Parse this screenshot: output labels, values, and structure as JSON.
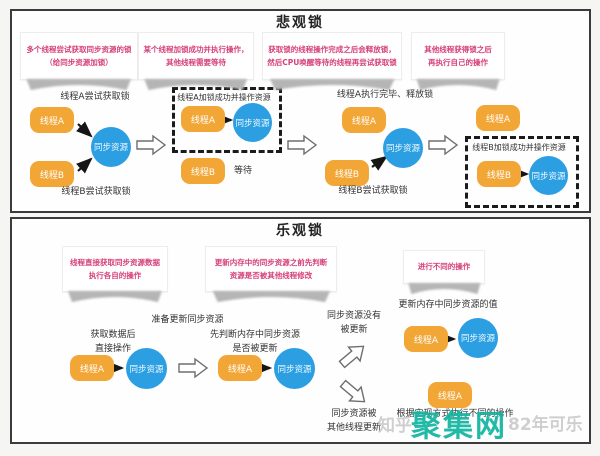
{
  "colors": {
    "thread_box": "#F2A636",
    "resource_circle": "#2C9FE3",
    "callout_text": "#D5417A",
    "panel_border": "#3B3B3B",
    "watermark_brand": "#10B5A0",
    "watermark_gray": "#CFCFCF"
  },
  "pessimistic": {
    "title": "悲观锁",
    "callout1": "多个线程尝试获取同步资源的锁\n（给同步资源加锁）",
    "callout2": "某个线程加锁成功并执行操作，\n其他线程需要等待",
    "callout3": "获取锁的线程操作完成之后会释放锁，\n然后CPU唤醒等待的线程再尝试获取锁",
    "callout4": "其他线程获得锁之后\n再执行自己的操作",
    "thread_a": "线程A",
    "thread_b": "线程B",
    "resource": "同步资源",
    "s1_top_label": "线程A尝试获取锁",
    "s1_bottom_label": "线程B尝试获取锁",
    "s2_box_label": "线程A加锁成功并操作资源",
    "s2_wait": "等待",
    "s3_top_label": "线程A执行完毕、释放锁",
    "s3_bottom_label": "线程B尝试获取锁",
    "s4_box_label": "线程B加锁成功并操作资源"
  },
  "optimistic": {
    "title": "乐观锁",
    "callout1": "线程直接获取同步资源数据\n执行各自的操作",
    "callout2": "更新内存中的同步资源之前先判断\n资源是否被其他线程修改",
    "callout3": "进行不同的操作",
    "thread_a": "线程A",
    "resource": "同步资源",
    "prep_label": "准备更新同步资源",
    "s1_label": "获取数据后\n直接操作",
    "s2_label": "先判断内存中同步资源\n是否被更新",
    "branch_top_label": "同步资源没有\n被更新",
    "branch_bottom_label": "同步资源被\n其他线程更新",
    "update_label": "更新内存中同步资源的值",
    "diff_label": "根据实现方式执行不同的操作"
  },
  "watermark": {
    "prefix": "知乎",
    "brand": "聚集网",
    "suffix": "82年可乐"
  }
}
